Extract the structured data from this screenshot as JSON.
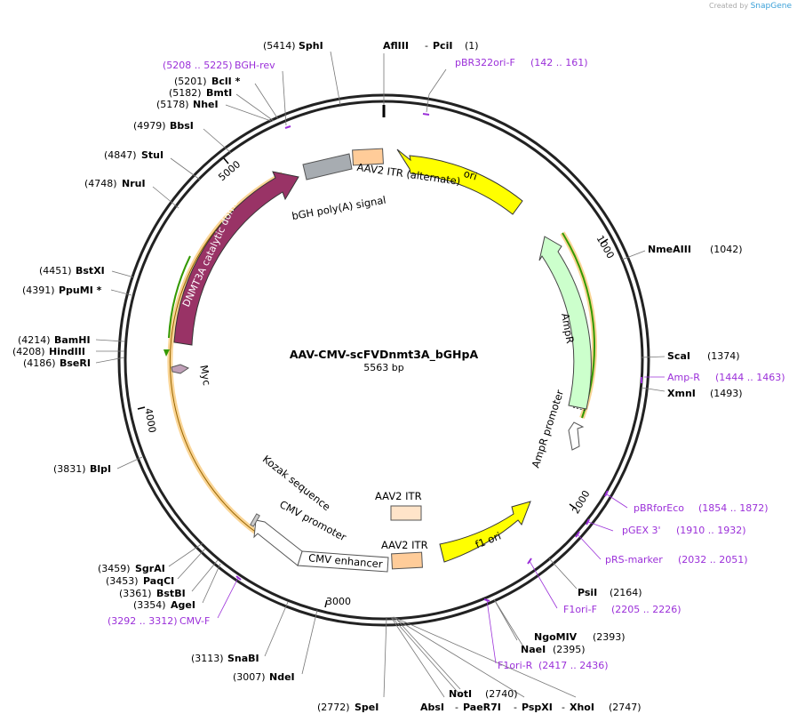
{
  "credit": {
    "prefix": "Created by",
    "brand": "SnapGene"
  },
  "plasmid": {
    "name": "AAV-CMV-scFVDnmt3A_bGHpA",
    "size": "5563 bp"
  },
  "ticks": [
    {
      "label": "1000"
    },
    {
      "label": "2000"
    },
    {
      "label": "3000"
    },
    {
      "label": "4000"
    },
    {
      "label": "5000"
    }
  ],
  "enzymes": [
    {
      "name": "SphI",
      "pos": "(5414)"
    },
    {
      "name": "AflIII",
      "pos": "",
      "sep": "-"
    },
    {
      "name": "PciI",
      "pos": "(1)"
    },
    {
      "name": "BclI *",
      "pos": "(5201)"
    },
    {
      "name": "BmtI",
      "pos": "(5182)"
    },
    {
      "name": "NheI",
      "pos": "(5178)"
    },
    {
      "name": "BbsI",
      "pos": "(4979)"
    },
    {
      "name": "StuI",
      "pos": "(4847)"
    },
    {
      "name": "NruI",
      "pos": "(4748)"
    },
    {
      "name": "BstXI",
      "pos": "(4451)"
    },
    {
      "name": "PpuMI *",
      "pos": "(4391)"
    },
    {
      "name": "BamHI",
      "pos": "(4214)"
    },
    {
      "name": "HindIII",
      "pos": "(4208)"
    },
    {
      "name": "BseRI",
      "pos": "(4186)"
    },
    {
      "name": "BlpI",
      "pos": "(3831)"
    },
    {
      "name": "SgrAI",
      "pos": "(3459)"
    },
    {
      "name": "PaqCI",
      "pos": "(3453)"
    },
    {
      "name": "BstBI",
      "pos": "(3361)"
    },
    {
      "name": "AgeI",
      "pos": "(3354)"
    },
    {
      "name": "SnaBI",
      "pos": "(3113)"
    },
    {
      "name": "NdeI",
      "pos": "(3007)"
    },
    {
      "name": "SpeI",
      "pos": "(2772)"
    },
    {
      "name": "AbsI",
      "pos": ""
    },
    {
      "name": "PaeR7I",
      "pos": ""
    },
    {
      "name": "PspXI",
      "pos": ""
    },
    {
      "name": "XhoI",
      "pos": "(2747)"
    },
    {
      "name": "NotI",
      "pos": "(2740)"
    },
    {
      "name": "NaeI",
      "pos": "(2395)"
    },
    {
      "name": "NgoMIV",
      "pos": "(2393)"
    },
    {
      "name": "PsiI",
      "pos": "(2164)"
    },
    {
      "name": "XmnI",
      "pos": "(1493)"
    },
    {
      "name": "ScaI",
      "pos": "(1374)"
    },
    {
      "name": "NmeAIII",
      "pos": "(1042)"
    }
  ],
  "primers": [
    {
      "name": "BGH-rev",
      "range": "(5208 .. 5225)"
    },
    {
      "name": "pBR322ori-F",
      "range": "(142 .. 161)"
    },
    {
      "name": "Amp-R",
      "range": "(1444 .. 1463)"
    },
    {
      "name": "pBRforEco",
      "range": "(1854 .. 1872)"
    },
    {
      "name": "pGEX 3'",
      "range": "(1910 .. 1932)"
    },
    {
      "name": "pRS-marker",
      "range": "(2032 .. 2051)"
    },
    {
      "name": "F1ori-F",
      "range": "(2205 .. 2226)"
    },
    {
      "name": "F1ori-R",
      "range": "(2417 .. 2436)"
    },
    {
      "name": "CMV-F",
      "range": "(3292 .. 3312)"
    }
  ],
  "features": {
    "ori": "ori",
    "ampr": "AmpR",
    "ampr_promoter": "AmpR promoter",
    "f1_ori": "f1 ori",
    "aav2_itr_alt": "AAV2 ITR (alternate)",
    "bgh": "bGH poly(A) signal",
    "dnmt3a": "DNMT3A catalytic domain",
    "myc": "Myc",
    "kozak": "Kozak sequence",
    "cmv_promoter": "CMV promoter",
    "cmv_enhancer": "CMV enhancer",
    "aav2_itr_1": "AAV2 ITR",
    "aav2_itr_2": "AAV2 ITR"
  },
  "colors": {
    "ori": "#ffff00",
    "ampr": "#ccffcc",
    "aav2_itr": "#ffcc99",
    "bgh": "#a7acb1",
    "dnmt3a": "#993366",
    "myc": "#c0a0b8",
    "orf_outline": "#f5b340",
    "orf_green": "#339900",
    "primer": "#9b30d9"
  }
}
